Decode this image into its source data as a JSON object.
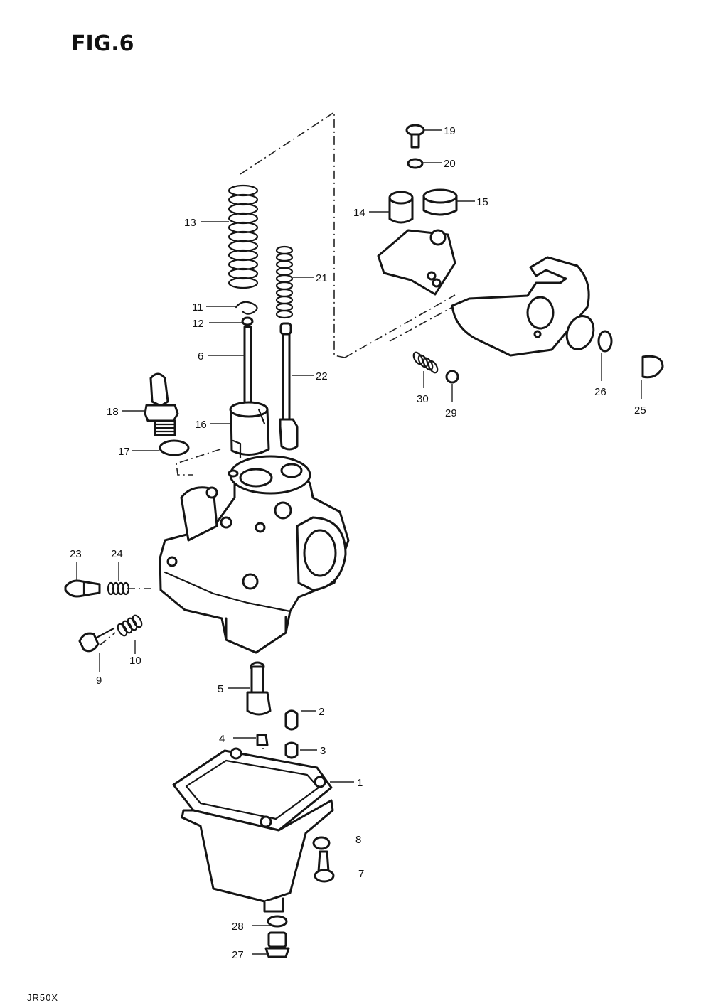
{
  "figure": {
    "title": "FIG.6",
    "footer_code": "JR50X"
  },
  "callouts": {
    "n1": "1",
    "n2": "2",
    "n3": "3",
    "n4": "4",
    "n5": "5",
    "n6": "6",
    "n7": "7",
    "n8": "8",
    "n9": "9",
    "n10": "10",
    "n11": "11",
    "n12": "12",
    "n13": "13",
    "n14": "14",
    "n15": "15",
    "n16": "16",
    "n17": "17",
    "n18": "18",
    "n19": "19",
    "n20": "20",
    "n21": "21",
    "n22": "22",
    "n23": "23",
    "n24": "24",
    "n25": "25",
    "n26": "26",
    "n27": "27",
    "n28": "28",
    "n29": "29",
    "n30": "30"
  }
}
